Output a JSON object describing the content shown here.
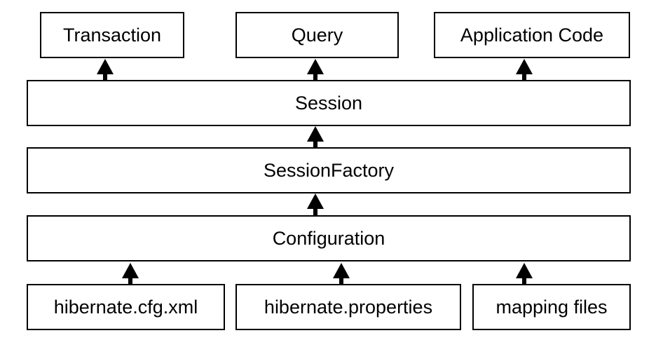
{
  "diagram": {
    "top_boxes": {
      "transaction": "Transaction",
      "query": "Query",
      "application_code": "Application Code"
    },
    "layers": {
      "session": "Session",
      "session_factory": "SessionFactory",
      "configuration": "Configuration"
    },
    "bottom_boxes": {
      "cfg_xml": "hibernate.cfg.xml",
      "properties": "hibernate.properties",
      "mapping_files": "mapping files"
    },
    "colors": {
      "line": "#000000",
      "fill": "#ffffff"
    }
  }
}
